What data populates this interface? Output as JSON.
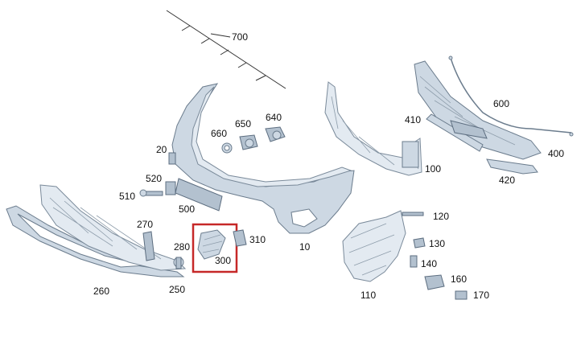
{
  "diagram": {
    "highlight_color": "#c62828",
    "part_color": "#cdd8e3",
    "outline_color": "#6b7c8d",
    "labels": [
      "700",
      "600",
      "640",
      "650",
      "660",
      "20",
      "410",
      "400",
      "520",
      "510",
      "500",
      "100",
      "420",
      "270",
      "280",
      "310",
      "300",
      "120",
      "130",
      "140",
      "160",
      "170",
      "110",
      "10",
      "260",
      "250"
    ],
    "highlighted_label": "300"
  }
}
